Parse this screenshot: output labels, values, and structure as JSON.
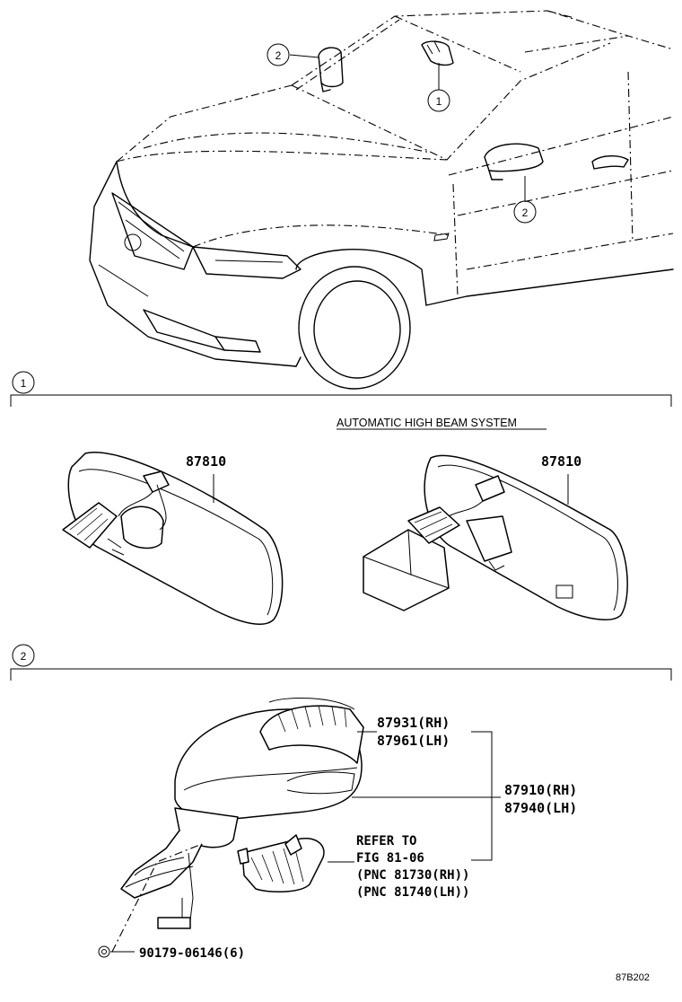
{
  "overview": {
    "callout_a": "2",
    "callout_b": "1",
    "callout_c": "2"
  },
  "section1": {
    "marker": "1",
    "system_label": "AUTOMATIC HIGH BEAM SYSTEM",
    "part_left": "87810",
    "part_right": "87810"
  },
  "section2": {
    "marker": "2",
    "cover_rh": "87931(RH)",
    "cover_lh": "87961(LH)",
    "mirror_rh": "87910(RH)",
    "mirror_lh": "87940(LH)",
    "refer_line1": "REFER TO",
    "refer_line2": "FIG 81-06",
    "refer_line3": "(PNC 81730(RH))",
    "refer_line4": "(PNC 81740(LH))",
    "screw": "90179-06146(6)"
  },
  "figure_code": "87B202"
}
